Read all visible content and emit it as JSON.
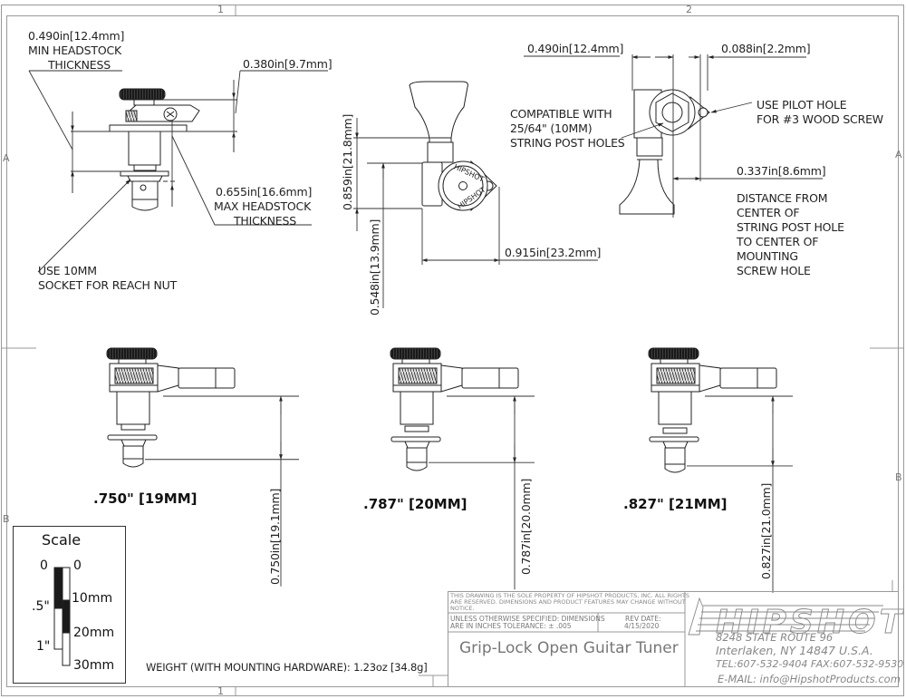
{
  "sheet": {
    "zones_top": [
      "1",
      "2"
    ],
    "zones_bottom": [
      "1"
    ],
    "zones_side": [
      "A",
      "B"
    ]
  },
  "view_side": {
    "min_thickness_value": "0.490in[12.4mm]",
    "min_thickness_label": [
      "MIN HEADSTOCK",
      "THICKNESS"
    ],
    "top_dim": "0.380in[9.7mm]",
    "max_thickness_value": "0.655in[16.6mm]",
    "max_thickness_label": [
      "MAX HEADSTOCK",
      "THICKNESS"
    ],
    "socket_note": [
      "USE 10MM",
      "SOCKET FOR REACH NUT"
    ]
  },
  "view_front": {
    "height_dim": "0.859in[21.8mm]",
    "lower_dim": "0.548in[13.9mm]",
    "width_dim": "0.915in[23.2mm]",
    "brand_mark": "HIPSHOT",
    "compat_note": [
      "COMPATIBLE WITH",
      "25/64\" (10MM)",
      "STRING POST HOLES"
    ]
  },
  "view_rear": {
    "width_dim": "0.490in[12.4mm]",
    "offset_dim": "0.088in[2.2mm]",
    "pilot_note": [
      "USE PILOT HOLE",
      "FOR #3 WOOD SCREW"
    ],
    "distance_dim": "0.337in[8.6mm]",
    "distance_note": [
      "DISTANCE FROM",
      "CENTER OF",
      "STRING POST HOLE",
      "TO CENTER OF",
      "MOUNTING",
      "SCREW HOLE"
    ]
  },
  "variants": [
    {
      "label": ".750\" [19MM]",
      "dim": "0.750in[19.1mm]",
      "post_inches": 0.75
    },
    {
      "label": ".787\" [20MM]",
      "dim": "0.787in[20.0mm]",
      "post_inches": 0.787
    },
    {
      "label": ".827\" [21MM]",
      "dim": "0.827in[21.0mm]",
      "post_inches": 0.827
    }
  ],
  "scale_box": {
    "title": "Scale",
    "inch_labels": [
      "0",
      ".5\"",
      "1\""
    ],
    "mm_labels": [
      "0",
      "10mm",
      "20mm",
      "30mm"
    ]
  },
  "weight_note": "WEIGHT (WITH MOUNTING HARDWARE): 1.23oz [34.8g]",
  "title_block": {
    "property_notice": [
      "THIS DRAWING IS THE SOLE PROPERTY OF HIPSHOT PRODUCTS, INC. ALL RIGHTS",
      "ARE RESERVED. DIMENSIONS AND PRODUCT FEATURES MAY CHANGE WITHOUT",
      "NOTICE."
    ],
    "tolerance": [
      "UNLESS OTHERWISE SPECIFIED: DIMENSIONS",
      "ARE IN INCHES TOLERANCE:  ± .005"
    ],
    "rev_label": "REV DATE:",
    "rev_date": "4/15/2020",
    "drawing_title": "Grip-Lock Open Guitar Tuner",
    "company_logo": "HIPSHOT",
    "address": [
      "8248 STATE ROUTE 96",
      "Interlaken, NY 14847 U.S.A.",
      "TEL:607-532-9404 FAX:607-532-9530",
      "E-MAIL: info@HipshotProducts.com"
    ]
  }
}
